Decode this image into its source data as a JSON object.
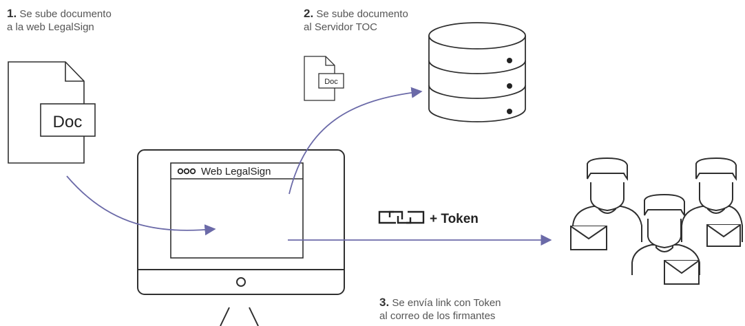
{
  "steps": [
    {
      "number": "1.",
      "line1": "Se sube documento",
      "line2": "a la web LegalSign"
    },
    {
      "number": "2.",
      "line1": "Se sube documento",
      "line2": "al Servidor TOC"
    },
    {
      "number": "3.",
      "line1": "Se envía link con Token",
      "line2": "al correo de los firmantes"
    }
  ],
  "doc_large_label": "Doc",
  "doc_small_label": "Doc",
  "browser": {
    "dots": "ooo",
    "title": "Web LegalSign"
  },
  "token_label": "+ Token",
  "colors": {
    "arrow": "#6b6aa8",
    "stroke": "#2f2f2f"
  }
}
